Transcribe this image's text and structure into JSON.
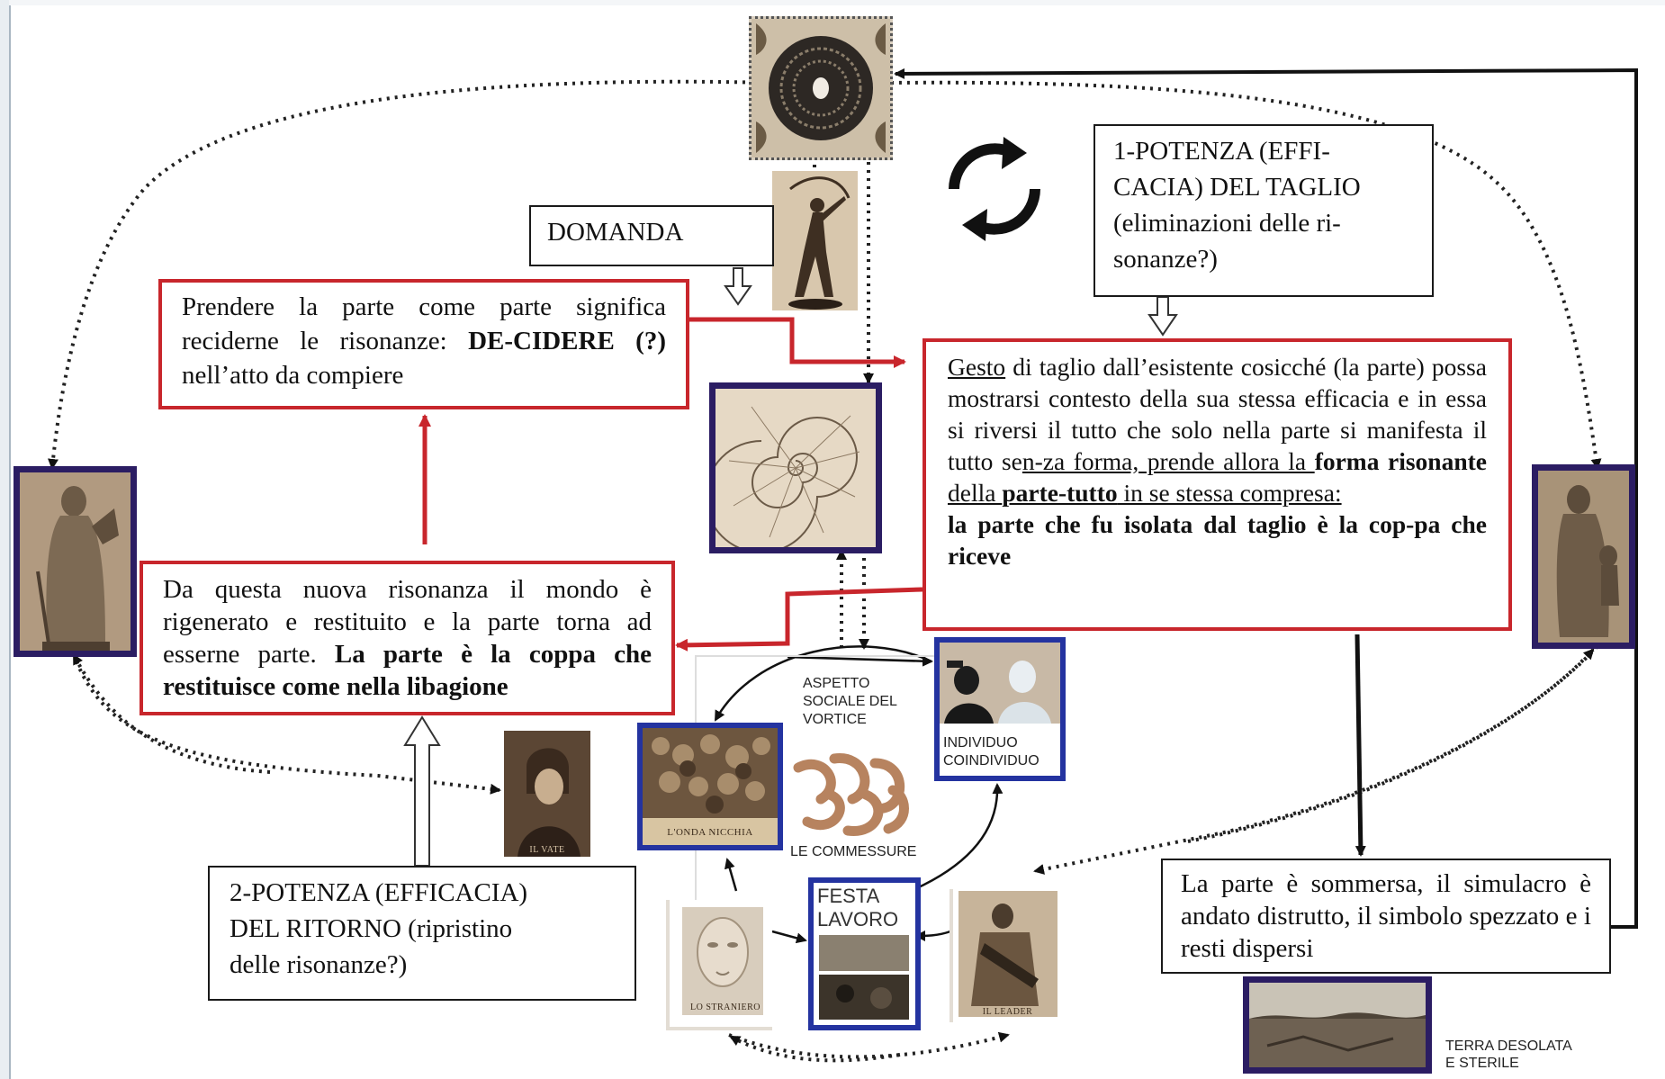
{
  "boxes": {
    "domanda": "DOMANDA",
    "potenza1": {
      "line1": "1-POTENZA (EFFI-",
      "line2": "CACIA) DEL TAGLIO",
      "line3": "(eliminazioni delle ri-",
      "line4": "sonanze?)"
    },
    "prendere": {
      "text": "Prendere la parte come parte significa reciderne le risonanze: ",
      "bold": "DE-CIDERE (?)",
      "end": " nell’atto da compiere"
    },
    "gesto": {
      "w1": "Gesto",
      "t1": " di taglio dall’esistente cosicché (la parte) possa mostrarsi contesto della sua stessa efficacia e in essa si riversi il tutto che solo nella parte si manifesta il tutto se",
      "u1": "n-za forma, prende allora la ",
      "b1": "forma risonante",
      "u2": "della ",
      "b2": "parte-tutto",
      "u3": " in se stessa compresa:",
      "bold_end": "la parte che fu isolata dal taglio è la cop-pa che riceve"
    },
    "daquesta": {
      "text": "Da questa nuova risonanza il mondo è rigenerato e restituito e la parte torna ad esserne parte. ",
      "bold": "La parte è la coppa che restituisce come nella libagione"
    },
    "potenza2": {
      "line1": "2-POTENZA (EFFICACIA)",
      "line2": "DEL RITORNO (ripristino",
      "line3": "delle risonanze?)"
    },
    "sommersa": "La parte è sommersa, il simulacro è andato distrutto, il simbolo spezzato e i resti dispersi"
  },
  "captions": {
    "aspetto": [
      "ASPETTO",
      "SOCIALE DEL",
      "VORTICE"
    ],
    "individuo": [
      "INDIVIDUO",
      "COINDIVIDUO"
    ],
    "commessure": "LE COMMESSURE",
    "festa": [
      "FESTA",
      "LAVORO"
    ],
    "terra": [
      "TERRA DESOLATA",
      "E STERILE"
    ],
    "onda": "L'ONDA NICCHIA",
    "vate": "IL VATE",
    "straniero": "LO STRANIERO",
    "leader": "IL LEADER"
  },
  "colors": {
    "red": "#c8262c",
    "blue_frame": "#2433a0",
    "navy_frame": "#2b1d63",
    "sepia": "#b79a78"
  },
  "icons": [
    "cycle-arrows-icon",
    "hollow-down-arrow-icon",
    "hollow-up-arrow-icon"
  ]
}
